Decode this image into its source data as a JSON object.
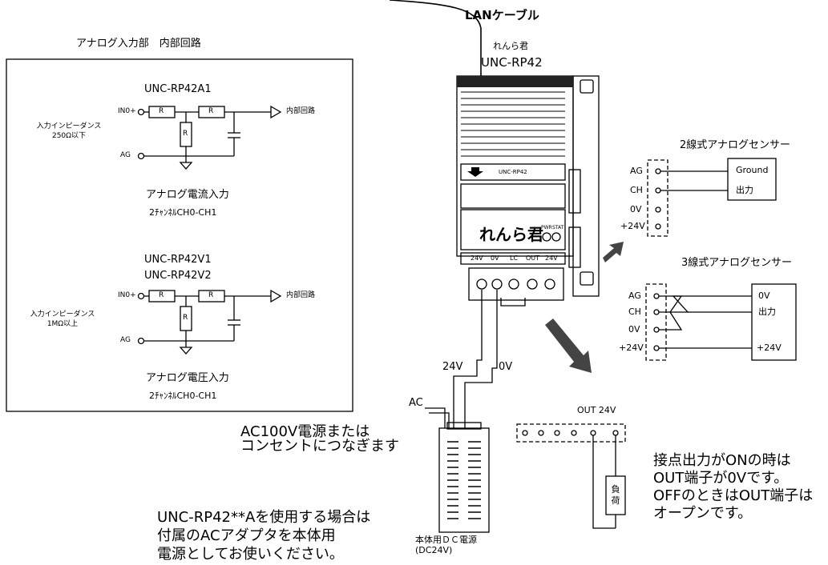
{
  "lan": {
    "cable_label": "LANケーブル"
  },
  "device": {
    "name": "れんら君",
    "model": "UNC-RP42",
    "front_model": "UNC-RP42",
    "brand": "れんら君",
    "led_labels": [
      "PWR",
      "STAT"
    ],
    "terminal_labels": [
      "24V",
      "0V",
      "LC",
      "OUT",
      "24V"
    ]
  },
  "internal_circuit": {
    "title": "アナログ入力部　内部回路",
    "current_block": {
      "model": "UNC-RP42A1",
      "input_label": "IN0+",
      "ground_label": "AG",
      "impedance": [
        "入力インピーダンス",
        "250Ω以下"
      ],
      "output_label": "内部回路",
      "resistor": "R",
      "caption": [
        "アナログ電流入力",
        "2ﾁｬﾝﾈﾙCH0-CH1"
      ]
    },
    "voltage_block": {
      "models": [
        "UNC-RP42V1",
        "UNC-RP42V2"
      ],
      "input_label": "IN0+",
      "ground_label": "AG",
      "impedance": [
        "入力インピーダンス",
        "1MΩ以上"
      ],
      "output_label": "内部回路",
      "resistor": "R",
      "caption": [
        "アナログ電圧入力",
        "2ﾁｬﾝﾈﾙCH0-CH1"
      ]
    }
  },
  "sensor_2wire": {
    "title": "2線式アナログセンサー",
    "terminals": [
      "AG",
      "CH",
      "0V",
      "+24V"
    ],
    "box_lines": [
      "Ground",
      "出力"
    ]
  },
  "sensor_3wire": {
    "title": "3線式アナログセンサー",
    "terminals": [
      "AG",
      "CH",
      "0V",
      "+24V"
    ],
    "box_lines": [
      "0V",
      "出力",
      "+24V"
    ]
  },
  "power": {
    "wire_24v": "24V",
    "wire_0v": "0V",
    "ac_label": "AC",
    "ac_note": [
      "AC100V電源または",
      "コンセントにつなぎます"
    ],
    "adapter_label": [
      "本体用ＤＣ電源",
      "(DC24V)"
    ],
    "usage_note": [
      "UNC-RP42**Aを使用する場合は",
      "付属のACアダプタを本体用",
      "電源としてお使いください。"
    ]
  },
  "output": {
    "label": "OUT  24V",
    "load": [
      "負",
      "荷"
    ],
    "note": [
      "接点出力がONの時は",
      "OUT端子が0Vです。",
      "OFFのときはOUT端子は",
      "オープンです。"
    ]
  }
}
